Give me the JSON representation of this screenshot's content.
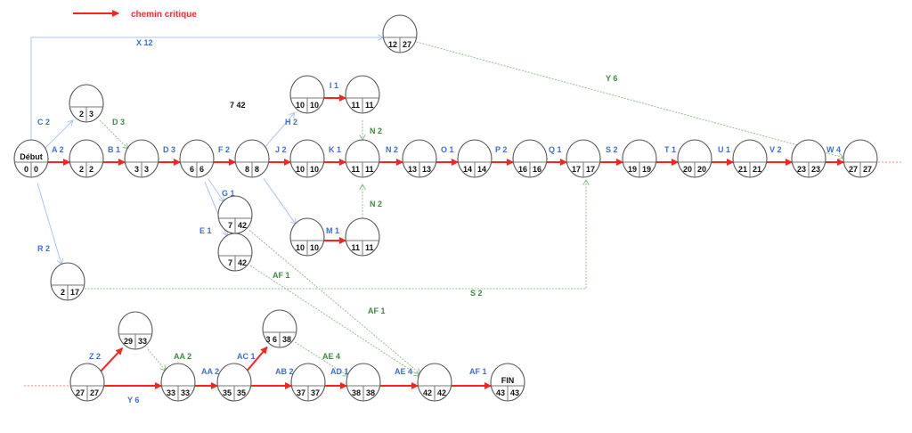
{
  "legend": {
    "label": "chemin critique",
    "color": "#ff2020"
  },
  "floating_note": "7 42",
  "colors": {
    "critical": "#ff2020",
    "normal": "#a9c4f0",
    "slack": "#8fbf8f",
    "label_blue": "#3b6fd6",
    "label_green": "#3d8a3d"
  },
  "nodes": [
    {
      "id": "debut",
      "title": "Début",
      "early": "0",
      "late": "0"
    },
    {
      "id": "n1",
      "title": "",
      "early": "2",
      "late": "2"
    },
    {
      "id": "c",
      "title": "",
      "early": "2",
      "late": "3"
    },
    {
      "id": "n2",
      "title": "",
      "early": "3",
      "late": "3"
    },
    {
      "id": "n3",
      "title": "",
      "early": "6",
      "late": "6"
    },
    {
      "id": "n4",
      "title": "",
      "early": "8",
      "late": "8"
    },
    {
      "id": "h",
      "title": "",
      "early": "10",
      "late": "10"
    },
    {
      "id": "i",
      "title": "",
      "early": "11",
      "late": "11"
    },
    {
      "id": "n5",
      "title": "",
      "early": "10",
      "late": "10"
    },
    {
      "id": "n6",
      "title": "",
      "early": "11",
      "late": "11"
    },
    {
      "id": "n7",
      "title": "",
      "early": "13",
      "late": "13"
    },
    {
      "id": "n8",
      "title": "",
      "early": "14",
      "late": "14"
    },
    {
      "id": "n9",
      "title": "",
      "early": "16",
      "late": "16"
    },
    {
      "id": "n10",
      "title": "",
      "early": "17",
      "late": "17"
    },
    {
      "id": "n11",
      "title": "",
      "early": "19",
      "late": "19"
    },
    {
      "id": "n12",
      "title": "",
      "early": "20",
      "late": "20"
    },
    {
      "id": "n13",
      "title": "",
      "early": "21",
      "late": "21"
    },
    {
      "id": "n14",
      "title": "",
      "early": "23",
      "late": "23"
    },
    {
      "id": "n15",
      "title": "",
      "early": "27",
      "late": "27"
    },
    {
      "id": "x",
      "title": "",
      "early": "12",
      "late": "27"
    },
    {
      "id": "g",
      "title": "",
      "early": "7",
      "late": "42"
    },
    {
      "id": "e",
      "title": "",
      "early": "7",
      "late": "42"
    },
    {
      "id": "m1",
      "title": "",
      "early": "10",
      "late": "10"
    },
    {
      "id": "m2",
      "title": "",
      "early": "11",
      "late": "11"
    },
    {
      "id": "r",
      "title": "",
      "early": "2",
      "late": "17"
    },
    {
      "id": "b0",
      "title": "",
      "early": "27",
      "late": "27"
    },
    {
      "id": "z",
      "title": "",
      "early": "29",
      "late": "33"
    },
    {
      "id": "b1",
      "title": "",
      "early": "33",
      "late": "33"
    },
    {
      "id": "b2",
      "title": "",
      "early": "35",
      "late": "35"
    },
    {
      "id": "ac",
      "title": "",
      "early": "3 6",
      "late": "38"
    },
    {
      "id": "b3",
      "title": "",
      "early": "37",
      "late": "37"
    },
    {
      "id": "b4",
      "title": "",
      "early": "38",
      "late": "38"
    },
    {
      "id": "b5",
      "title": "",
      "early": "42",
      "late": "42"
    },
    {
      "id": "fin",
      "title": "FIN",
      "early": "43",
      "late": "43"
    }
  ],
  "edges": [
    {
      "from": "debut",
      "to": "x",
      "label": "X 12",
      "type": "normal"
    },
    {
      "from": "debut",
      "to": "c",
      "label": "C 2",
      "type": "normal"
    },
    {
      "from": "c",
      "to": "n2",
      "label": "D 3",
      "type": "slack"
    },
    {
      "from": "debut",
      "to": "n1",
      "label": "A 2",
      "type": "critical"
    },
    {
      "from": "n1",
      "to": "n2",
      "label": "B 1",
      "type": "critical"
    },
    {
      "from": "n2",
      "to": "n3",
      "label": "D 3",
      "type": "critical"
    },
    {
      "from": "n3",
      "to": "n4",
      "label": "F 2",
      "type": "critical"
    },
    {
      "from": "n4",
      "to": "h",
      "label": "H 2",
      "type": "normal"
    },
    {
      "from": "h",
      "to": "i",
      "label": "I 1",
      "type": "critical"
    },
    {
      "from": "n4",
      "to": "n5",
      "label": "J 2",
      "type": "critical"
    },
    {
      "from": "n5",
      "to": "n6",
      "label": "K 1",
      "type": "critical"
    },
    {
      "from": "i",
      "to": "n6",
      "label": "N 2",
      "type": "slack"
    },
    {
      "from": "m2",
      "to": "n6",
      "label": "N 2",
      "type": "slack"
    },
    {
      "from": "n6",
      "to": "n7",
      "label": "N 2",
      "type": "critical"
    },
    {
      "from": "n7",
      "to": "n8",
      "label": "O 1",
      "type": "critical"
    },
    {
      "from": "n8",
      "to": "n9",
      "label": "P 2",
      "type": "critical"
    },
    {
      "from": "n9",
      "to": "n10",
      "label": "Q 1",
      "type": "critical"
    },
    {
      "from": "n10",
      "to": "n11",
      "label": "S 2",
      "type": "critical"
    },
    {
      "from": "n11",
      "to": "n12",
      "label": "T 1",
      "type": "critical"
    },
    {
      "from": "n12",
      "to": "n13",
      "label": "U 1",
      "type": "critical"
    },
    {
      "from": "n13",
      "to": "n14",
      "label": "V 2",
      "type": "critical"
    },
    {
      "from": "n14",
      "to": "n15",
      "label": "W 4",
      "type": "critical"
    },
    {
      "from": "x",
      "to": "n15",
      "label": "Y 6",
      "type": "slack"
    },
    {
      "from": "n3",
      "to": "g",
      "label": "G 1",
      "type": "normal"
    },
    {
      "from": "n3",
      "to": "e",
      "label": "E 1",
      "type": "normal"
    },
    {
      "from": "n4",
      "to": "m1",
      "label": "",
      "type": "normal"
    },
    {
      "from": "m1",
      "to": "m2",
      "label": "M 1",
      "type": "critical"
    },
    {
      "from": "debut",
      "to": "r",
      "label": "R 2",
      "type": "normal"
    },
    {
      "from": "r",
      "to": "n10",
      "label": "S 2",
      "type": "slack"
    },
    {
      "from": "g",
      "to": "b5",
      "label": "AF 1",
      "type": "slack"
    },
    {
      "from": "e",
      "to": "b5",
      "label": "AF 1",
      "type": "slack"
    },
    {
      "from": "b0",
      "to": "z",
      "label": "Z 2",
      "type": "critical"
    },
    {
      "from": "b0",
      "to": "b1",
      "label": "Y 6",
      "type": "critical"
    },
    {
      "from": "z",
      "to": "b1",
      "label": "AA 2",
      "type": "slack"
    },
    {
      "from": "b1",
      "to": "b2",
      "label": "AA 2",
      "type": "critical"
    },
    {
      "from": "b2",
      "to": "ac",
      "label": "AC 1",
      "type": "critical"
    },
    {
      "from": "ac",
      "to": "b4",
      "label": "AE 4",
      "type": "slack"
    },
    {
      "from": "b2",
      "to": "b3",
      "label": "AB 2",
      "type": "critical"
    },
    {
      "from": "b3",
      "to": "b4",
      "label": "AD 1",
      "type": "critical"
    },
    {
      "from": "b4",
      "to": "b5",
      "label": "AE 4",
      "type": "critical"
    },
    {
      "from": "b5",
      "to": "fin",
      "label": "AF 1",
      "type": "critical"
    }
  ]
}
